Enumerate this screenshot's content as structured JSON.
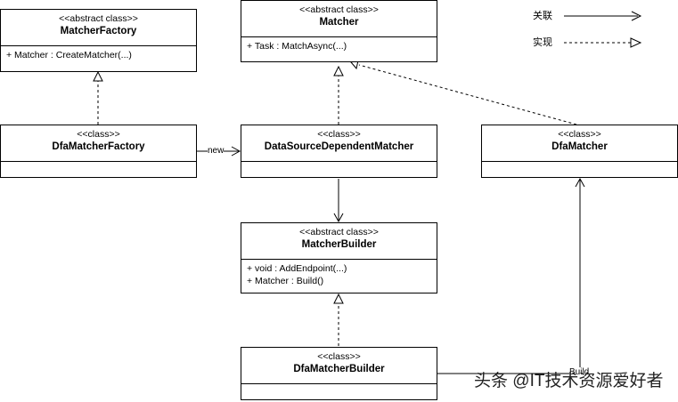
{
  "legend": {
    "association": "关联",
    "realization": "实现"
  },
  "classes": {
    "matcher_factory": {
      "stereotype": "<<abstract class>>",
      "name": "MatcherFactory",
      "members": [
        "+ Matcher : CreateMatcher(...)"
      ]
    },
    "matcher": {
      "stereotype": "<<abstract class>>",
      "name": "Matcher",
      "members": [
        "+ Task : MatchAsync(...)"
      ]
    },
    "dfa_matcher_factory": {
      "stereotype": "<<class>>",
      "name": "DfaMatcherFactory",
      "members": []
    },
    "data_source_dependent_matcher": {
      "stereotype": "<<class>>",
      "name": "DataSourceDependentMatcher",
      "members": []
    },
    "dfa_matcher": {
      "stereotype": "<<class>>",
      "name": "DfaMatcher",
      "members": []
    },
    "matcher_builder": {
      "stereotype": "<<abstract class>>",
      "name": "MatcherBuilder",
      "members": [
        "+ void : AddEndpoint(...)",
        "+ Matcher : Build()"
      ]
    },
    "dfa_matcher_builder": {
      "stereotype": "<<class>>",
      "name": "DfaMatcherBuilder",
      "members": []
    }
  },
  "edge_labels": {
    "new": "new",
    "build": "Build"
  },
  "watermark": "头条 @IT技术资源爱好者"
}
